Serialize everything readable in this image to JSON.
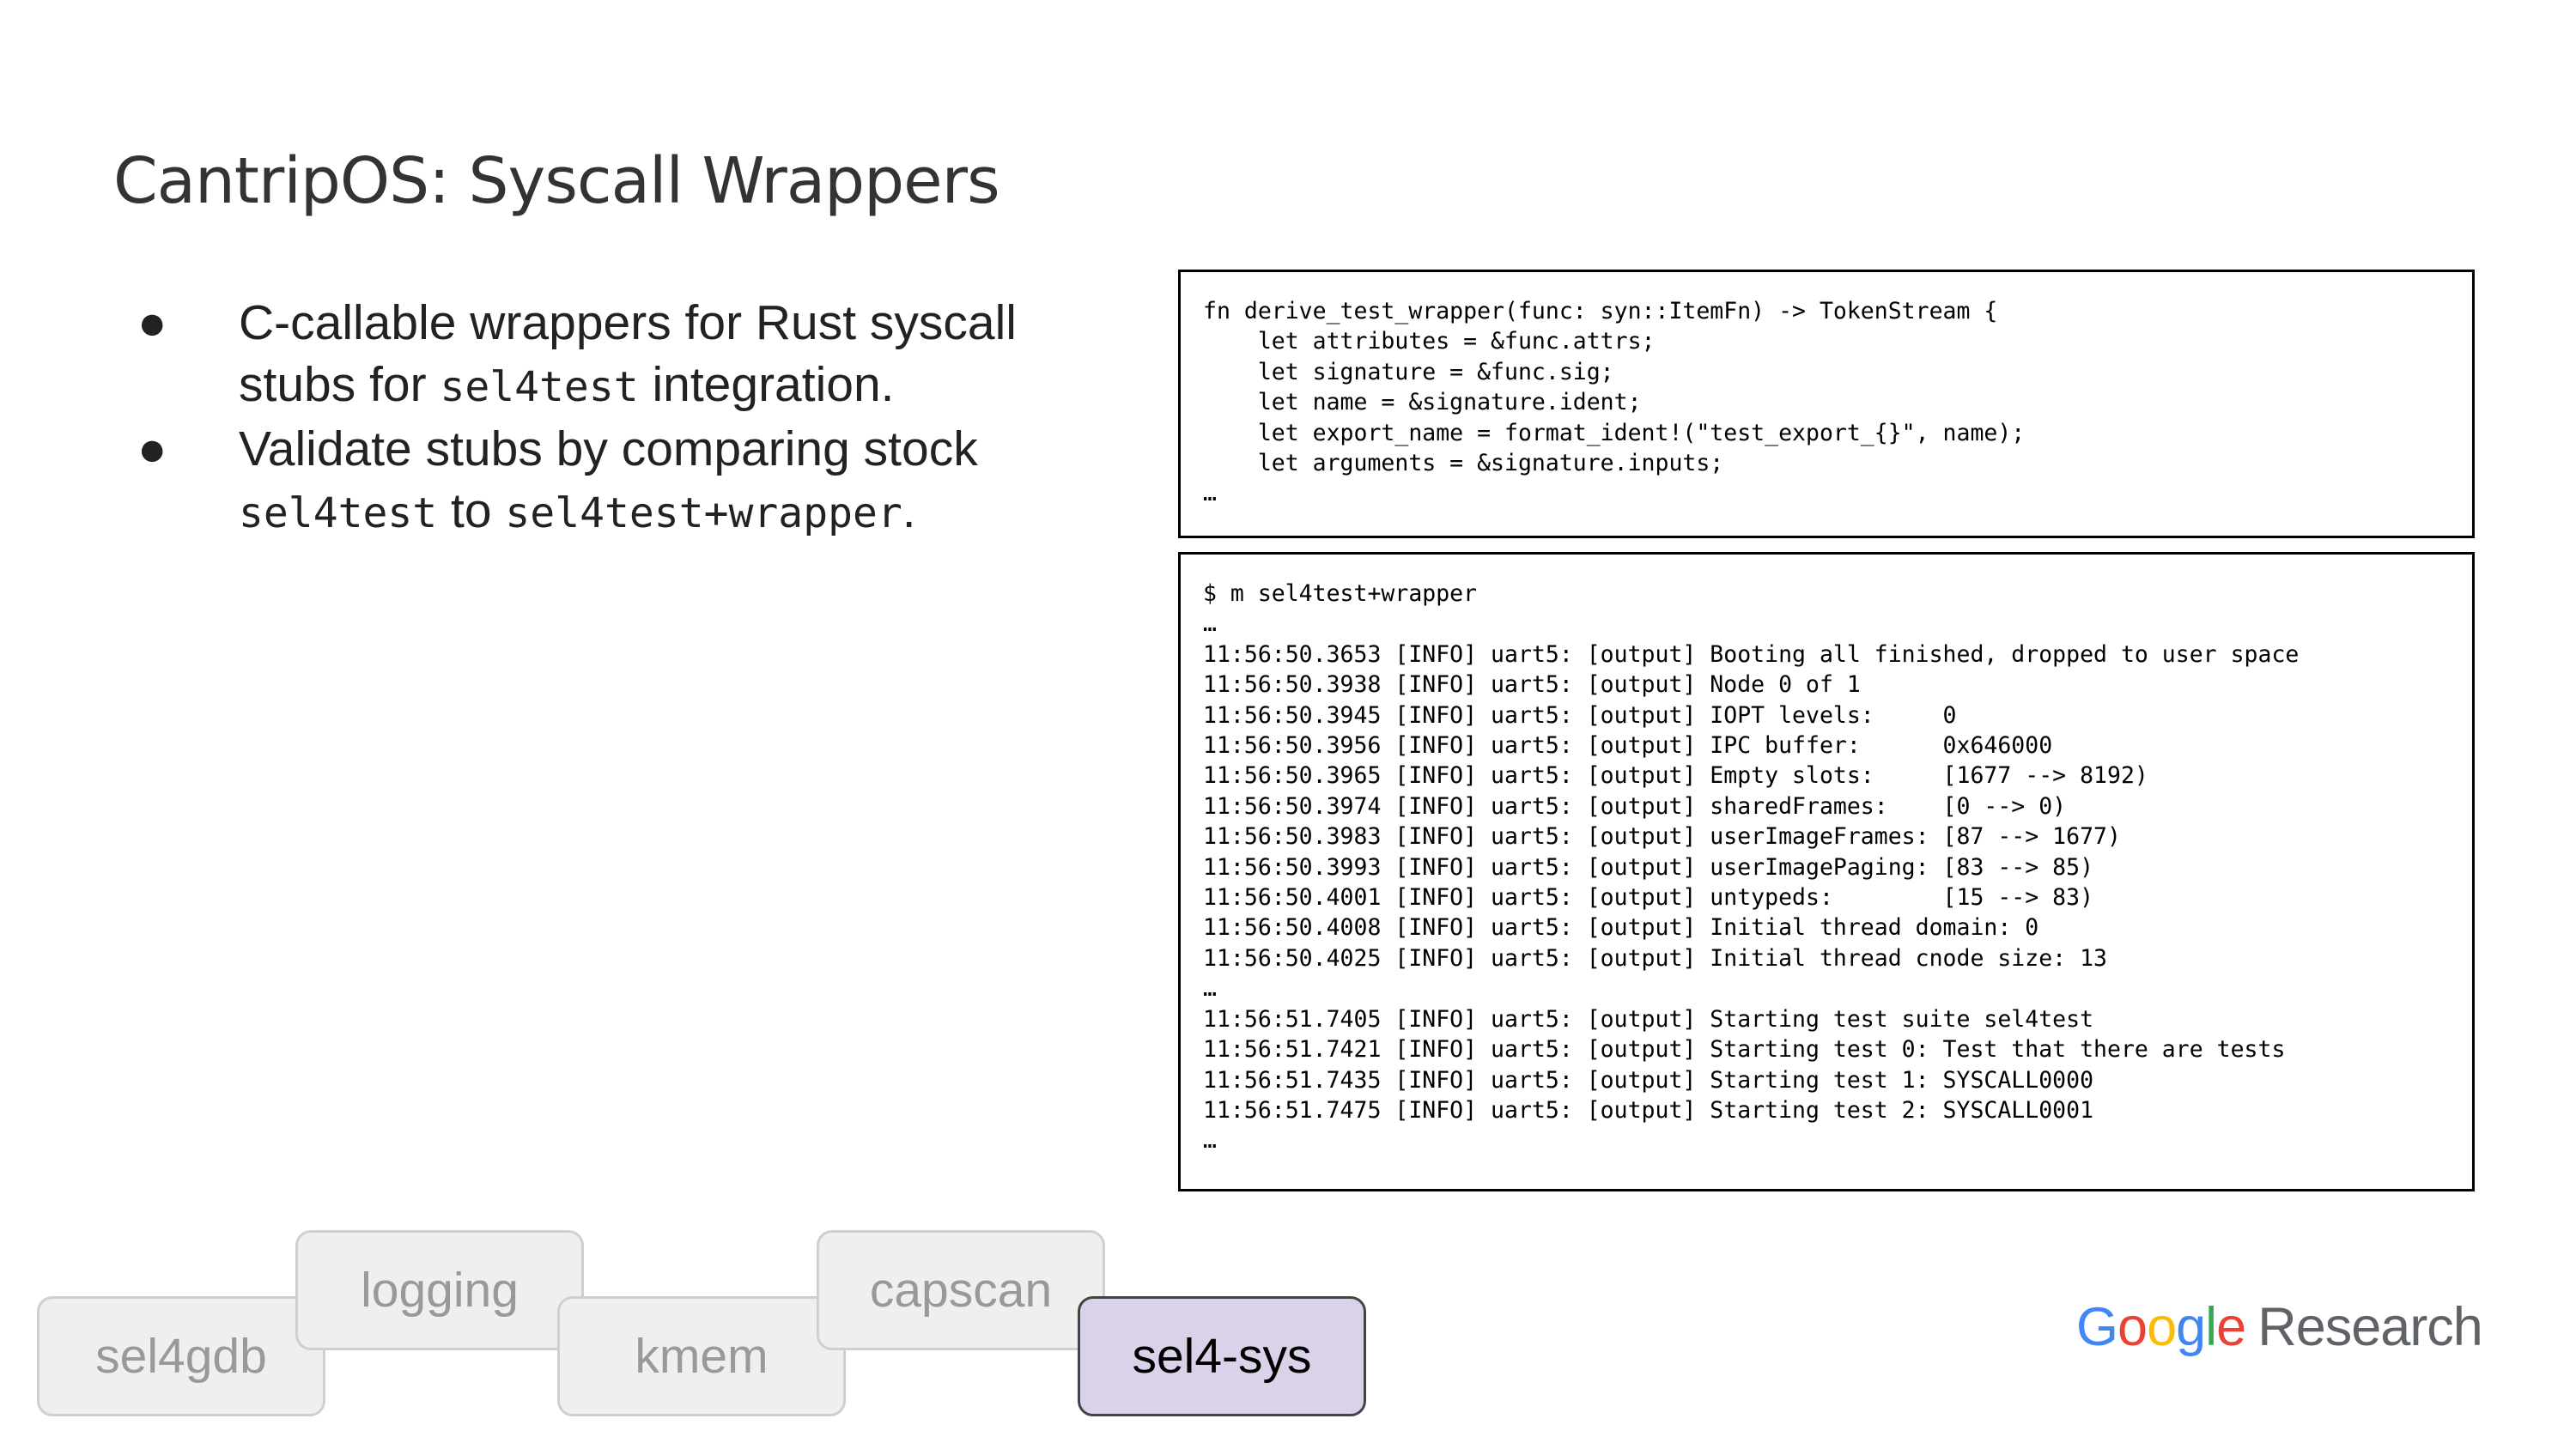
{
  "slide": {
    "title": "CantripOS: Syscall Wrappers"
  },
  "bullets": [
    {
      "marker": "●",
      "part1": "C-callable wrappers for Rust syscall stubs for ",
      "code1": "sel4test",
      "part2": " integration."
    },
    {
      "marker": "●",
      "part1": "Validate stubs by comparing stock ",
      "code1": "sel4test",
      "part2": " to ",
      "code2": "sel4test+wrapper",
      "part3": "."
    }
  ],
  "code_snippet": {
    "text": "fn derive_test_wrapper(func: syn::ItemFn) -> TokenStream {\n    let attributes = &func.attrs;\n    let signature = &func.sig;\n    let name = &signature.ident;\n    let export_name = format_ident!(\"test_export_{}\", name);\n    let arguments = &signature.inputs;\n…"
  },
  "console_output": {
    "text": "$ m sel4test+wrapper\n…\n11:56:50.3653 [INFO] uart5: [output] Booting all finished, dropped to user space\n11:56:50.3938 [INFO] uart5: [output] Node 0 of 1\n11:56:50.3945 [INFO] uart5: [output] IOPT levels:     0\n11:56:50.3956 [INFO] uart5: [output] IPC buffer:      0x646000\n11:56:50.3965 [INFO] uart5: [output] Empty slots:     [1677 --> 8192)\n11:56:50.3974 [INFO] uart5: [output] sharedFrames:    [0 --> 0)\n11:56:50.3983 [INFO] uart5: [output] userImageFrames: [87 --> 1677)\n11:56:50.3993 [INFO] uart5: [output] userImagePaging: [83 --> 85)\n11:56:50.4001 [INFO] uart5: [output] untypeds:        [15 --> 83)\n11:56:50.4008 [INFO] uart5: [output] Initial thread domain: 0\n11:56:50.4025 [INFO] uart5: [output] Initial thread cnode size: 13\n…\n11:56:51.7405 [INFO] uart5: [output] Starting test suite sel4test\n11:56:51.7421 [INFO] uart5: [output] Starting test 0: Test that there are tests\n11:56:51.7435 [INFO] uart5: [output] Starting test 1: SYSCALL0000\n11:56:51.7475 [INFO] uart5: [output] Starting test 2: SYSCALL0001\n…"
  },
  "section_tags": [
    {
      "label": "sel4gdb",
      "active": false
    },
    {
      "label": "logging",
      "active": false
    },
    {
      "label": "kmem",
      "active": false
    },
    {
      "label": "capscan",
      "active": false
    },
    {
      "label": "sel4-sys",
      "active": true
    }
  ],
  "logo": {
    "letters": [
      "G",
      "o",
      "o",
      "g",
      "l",
      "e"
    ],
    "word": "Research"
  },
  "colors": {
    "active_tag_fill": "#d9d2e9",
    "inactive_tag_fill": "#efefef",
    "google_blue": "#4285F4",
    "google_red": "#EA4335",
    "google_yellow": "#FBBC05",
    "google_green": "#34A853"
  }
}
